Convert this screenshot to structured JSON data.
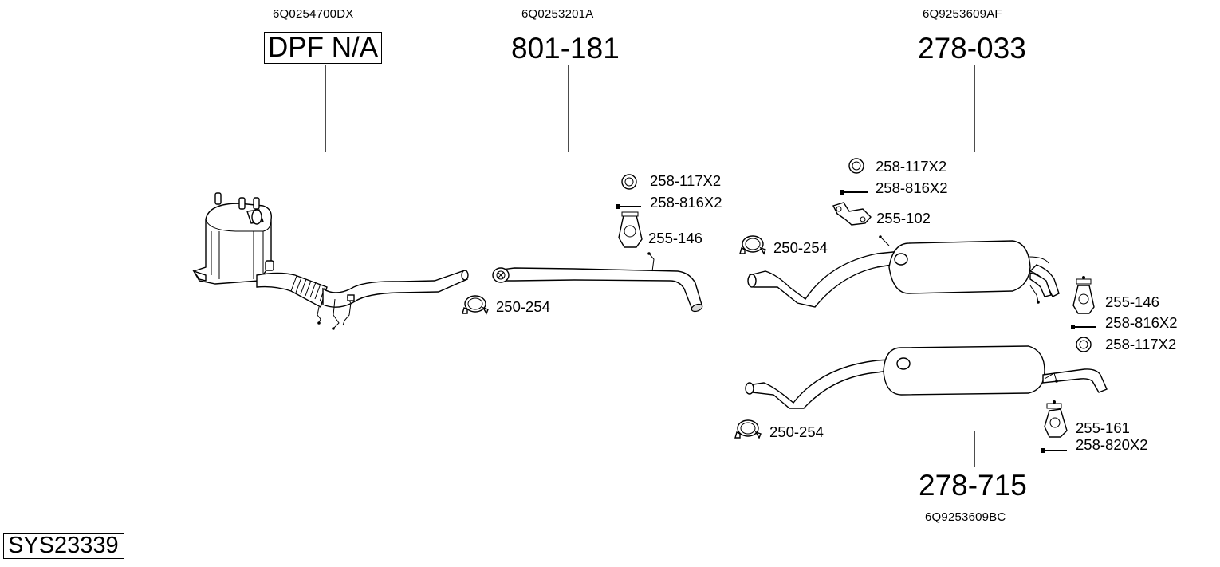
{
  "diagram": {
    "system_code": "SYS23339",
    "parts": [
      {
        "id": "dpf",
        "oe_number": "6Q0254700DX",
        "part_number": "DPF N/A",
        "boxed": true
      },
      {
        "id": "front-pipe",
        "oe_number": "6Q0253201A",
        "part_number": "801-181",
        "boxed": false
      },
      {
        "id": "rear-silencer-1",
        "oe_number": "6Q9253609AF",
        "part_number": "278-033",
        "boxed": false
      },
      {
        "id": "rear-silencer-2",
        "oe_number": "6Q9253609BC",
        "part_number": "278-715",
        "boxed": false
      }
    ],
    "accessories": {
      "dpf_clamp": {
        "icon": "clamp-icon",
        "label": "250-254"
      },
      "front_pipe": [
        {
          "icon": "ring-icon",
          "label": "258-117X2"
        },
        {
          "icon": "bolt-icon",
          "label": "258-816X2"
        },
        {
          "icon": "rubber-hanger-icon",
          "label": "255-146"
        }
      ],
      "front_clamp": {
        "icon": "clamp-icon",
        "label": "250-254"
      },
      "silencer1_top": [
        {
          "icon": "ring-icon",
          "label": "258-117X2"
        },
        {
          "icon": "bolt-icon",
          "label": "258-816X2"
        },
        {
          "icon": "bracket-icon",
          "label": "255-102"
        }
      ],
      "silencer1_right": [
        {
          "icon": "rubber-hanger-icon",
          "label": "255-146"
        },
        {
          "icon": "bolt-icon",
          "label": "258-816X2"
        },
        {
          "icon": "ring-icon",
          "label": "258-117X2"
        }
      ],
      "silencer2_clamp": {
        "icon": "clamp-icon",
        "label": "250-254"
      },
      "silencer2_right": [
        {
          "icon": "rubber-hanger-icon",
          "label": "255-161"
        },
        {
          "icon": "bolt-icon",
          "label": "258-820X2"
        }
      ]
    }
  }
}
